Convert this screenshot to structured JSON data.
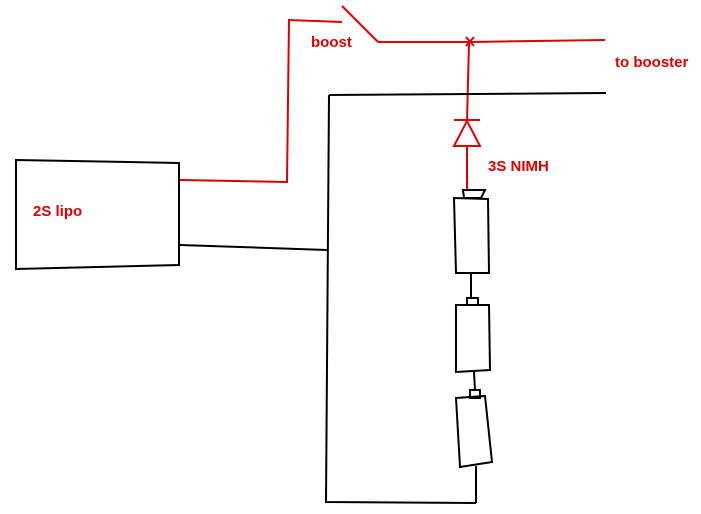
{
  "colors": {
    "red_wire": "#e00000",
    "black_wire": "#000000",
    "label_red": "#e00000",
    "background": "#ffffff"
  },
  "labels": {
    "battery_lipo": "2S lipo",
    "switch_boost": "boost",
    "output_to_booster": "to booster",
    "battery_nimh": "3S NIMH"
  },
  "components": {
    "lipo_pack": "rectangle",
    "switch": "single-pole switch",
    "diode": "diode",
    "nimh_cells": 3
  }
}
